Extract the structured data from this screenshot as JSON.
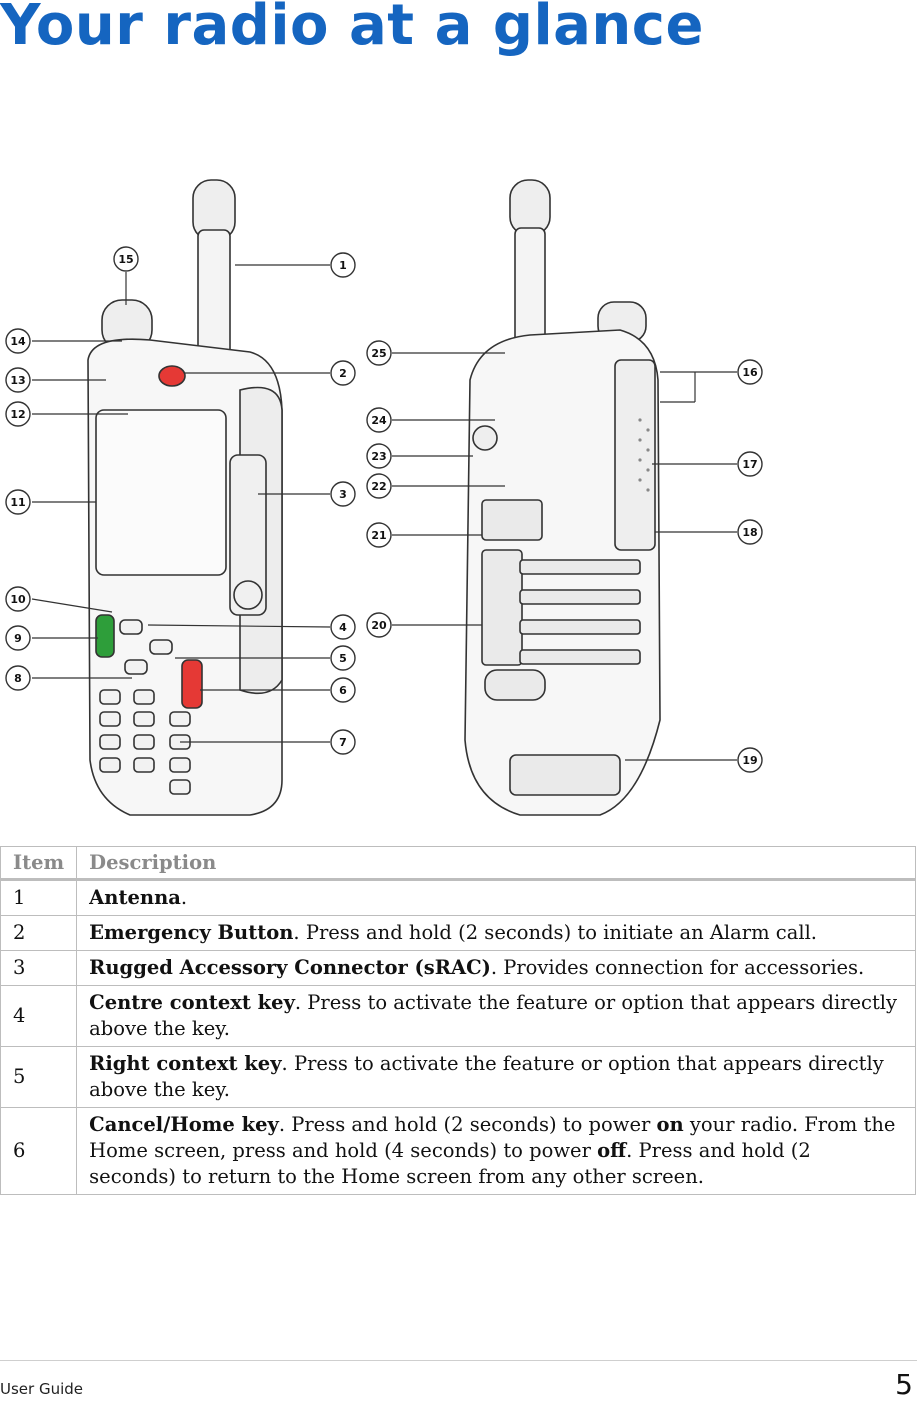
{
  "page": {
    "title": "Your radio at a glance"
  },
  "figure": {
    "callouts": [
      "1",
      "2",
      "3",
      "4",
      "5",
      "6",
      "7",
      "8",
      "9",
      "10",
      "11",
      "12",
      "13",
      "14",
      "15",
      "16",
      "17",
      "18",
      "19",
      "20",
      "21",
      "22",
      "23",
      "24",
      "25"
    ]
  },
  "table": {
    "headers": {
      "item": "Item",
      "description": "Description"
    },
    "rows": [
      {
        "num": "1",
        "name": "Antenna",
        "rest": "."
      },
      {
        "num": "2",
        "name": "Emergency Button",
        "rest": ". Press and hold (2 seconds) to initiate an Alarm call."
      },
      {
        "num": "3",
        "name": "Rugged Accessory Connector (sRAC)",
        "rest": ". Provides connection for accessories."
      },
      {
        "num": "4",
        "name": "Centre context key",
        "rest": ". Press to activate the feature or option that appears directly above the key."
      },
      {
        "num": "5",
        "name": "Right context key",
        "rest": ". Press to activate the feature or option that appears directly above the key."
      },
      {
        "num": "6",
        "name": "Cancel/Home key",
        "rest_a": ". Press and hold (2 seconds) to power ",
        "on": "on",
        "rest_b": " your radio. From the Home screen, press and hold (4 seconds) to power ",
        "off": "off",
        "rest_c": ". Press and hold (2 seconds) to return to the Home screen from any other screen."
      }
    ]
  },
  "footer": {
    "label": "User Guide",
    "page_number": "5"
  },
  "colors": {
    "title": "#1565c0",
    "emergency": "#e53935",
    "call_green": "#2e9e3a",
    "cancel_red": "#e53935"
  }
}
